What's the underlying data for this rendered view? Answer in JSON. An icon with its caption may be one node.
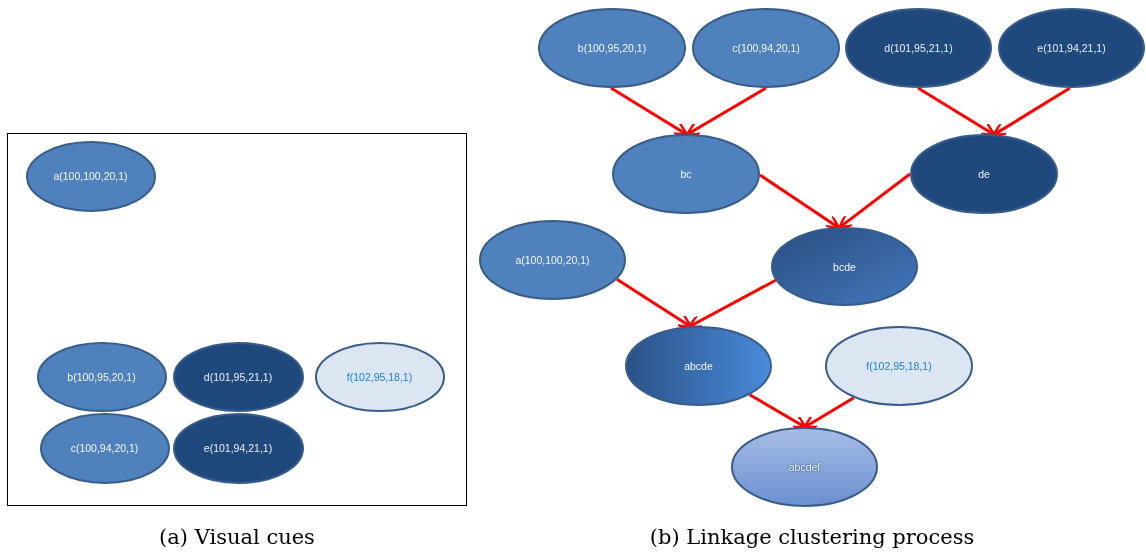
{
  "diagram": {
    "nodes": [
      {
        "text": [],
        "shape": "box"
      },
      {
        "text": [
          "a(100,100,20,1)"
        ],
        "in": 0
      },
      {
        "text": [
          "b(100,95,20,1)"
        ],
        "in": 0
      },
      {
        "text": [
          "d(101,95,21,1)"
        ],
        "in": 0
      },
      {
        "text": [
          "f(102,95,18,1)"
        ],
        "in": 0
      },
      {
        "text": [
          "c(100,94,20,1)"
        ],
        "in": 0
      },
      {
        "text": [
          "e(101,94,21,1)"
        ],
        "in": 0
      },
      {
        "text": [
          "b(100,95,20,1)"
        ]
      },
      {
        "text": [
          "c(100,94,20,1)"
        ]
      },
      {
        "text": [
          "d(101,95,21,1)"
        ]
      },
      {
        "text": [
          "e(101,94,21,1)"
        ]
      },
      {
        "text": [
          "bc"
        ]
      },
      {
        "text": [
          "de"
        ]
      },
      {
        "text": [
          "a(100,100,20,1)"
        ]
      },
      {
        "text": [
          "bcde"
        ]
      },
      {
        "text": [
          "abcde"
        ]
      },
      {
        "text": [
          "f(102,95,18,1)"
        ]
      },
      {
        "text": [
          "abcdef"
        ]
      }
    ],
    "edges": [
      {
        "from": 7,
        "to": 11,
        "arrow": "to"
      },
      {
        "from": 8,
        "to": 11,
        "arrow": "to"
      },
      {
        "from": 9,
        "to": 12,
        "arrow": "to"
      },
      {
        "from": 10,
        "to": 12,
        "arrow": "to"
      },
      {
        "from": 11,
        "to": 14,
        "arrow": "to"
      },
      {
        "from": 12,
        "to": 14,
        "arrow": "to"
      },
      {
        "from": 13,
        "to": 15,
        "arrow": "to"
      },
      {
        "from": 14,
        "to": 15,
        "arrow": "to"
      },
      {
        "from": 15,
        "to": 17,
        "arrow": "to"
      },
      {
        "from": 16,
        "to": 17,
        "arrow": "to"
      }
    ],
    "labels": [
      "(a) Visual cues",
      "(b) Linkage clustering process"
    ]
  }
}
